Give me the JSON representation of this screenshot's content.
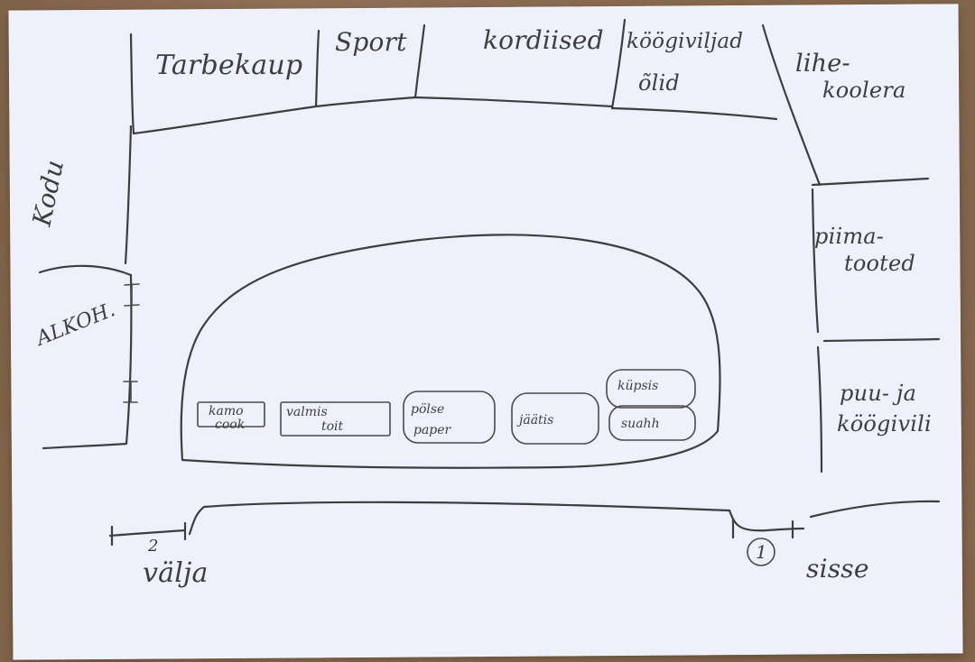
{
  "labels": {
    "tarbekaup": "Tarbekaup",
    "sport": "Sport",
    "loodia": "kordiised",
    "kuuluvad": "köögiviljad",
    "side_left": "Kodu",
    "left_top_bar": "ALKOH.",
    "top_right_1": "lihe-",
    "top_right_2": "koolera",
    "right_upper_1": "piima-",
    "right_upper_2": "tooted",
    "right_lower_1": "puu- ja",
    "right_lower_2": "köögivili",
    "exit": "välja",
    "entry": "sisse",
    "number_1": "1",
    "number_2": "2"
  },
  "small_stands": [
    {
      "line1": "kamo",
      "line2": "cook"
    },
    {
      "line1": "valmis",
      "line2": "toit"
    },
    {
      "line1": "pölse",
      "line2": "paper"
    },
    {
      "line1": "jäätis",
      "line2": ""
    },
    {
      "line1": "küpsis",
      "line2": "suahh"
    }
  ]
}
